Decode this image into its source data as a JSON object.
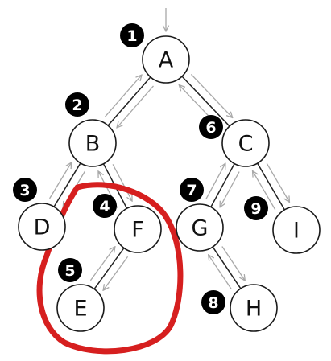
{
  "tree": {
    "nodes": [
      {
        "id": "A",
        "label": "A"
      },
      {
        "id": "B",
        "label": "B"
      },
      {
        "id": "C",
        "label": "C"
      },
      {
        "id": "D",
        "label": "D"
      },
      {
        "id": "F",
        "label": "F"
      },
      {
        "id": "E",
        "label": "E"
      },
      {
        "id": "G",
        "label": "G"
      },
      {
        "id": "I",
        "label": "I"
      },
      {
        "id": "H",
        "label": "H"
      }
    ],
    "edges": [
      [
        "A",
        "B"
      ],
      [
        "A",
        "C"
      ],
      [
        "B",
        "D"
      ],
      [
        "B",
        "F"
      ],
      [
        "F",
        "E"
      ],
      [
        "C",
        "G"
      ],
      [
        "C",
        "I"
      ],
      [
        "G",
        "H"
      ]
    ]
  },
  "visit_order": [
    {
      "node": "A",
      "step": "1"
    },
    {
      "node": "B",
      "step": "2"
    },
    {
      "node": "D",
      "step": "3"
    },
    {
      "node": "F",
      "step": "4"
    },
    {
      "node": "E",
      "step": "5"
    },
    {
      "node": "C",
      "step": "6"
    },
    {
      "node": "G",
      "step": "7"
    },
    {
      "node": "H",
      "step": "8"
    },
    {
      "node": "I",
      "step": "9"
    }
  ],
  "colors": {
    "highlight": "#d61f1f",
    "badge": "#000000",
    "traversal_arrow": "#a8a8a8",
    "node_border": "#1a1a1a"
  },
  "highlighted_subtree": "F"
}
